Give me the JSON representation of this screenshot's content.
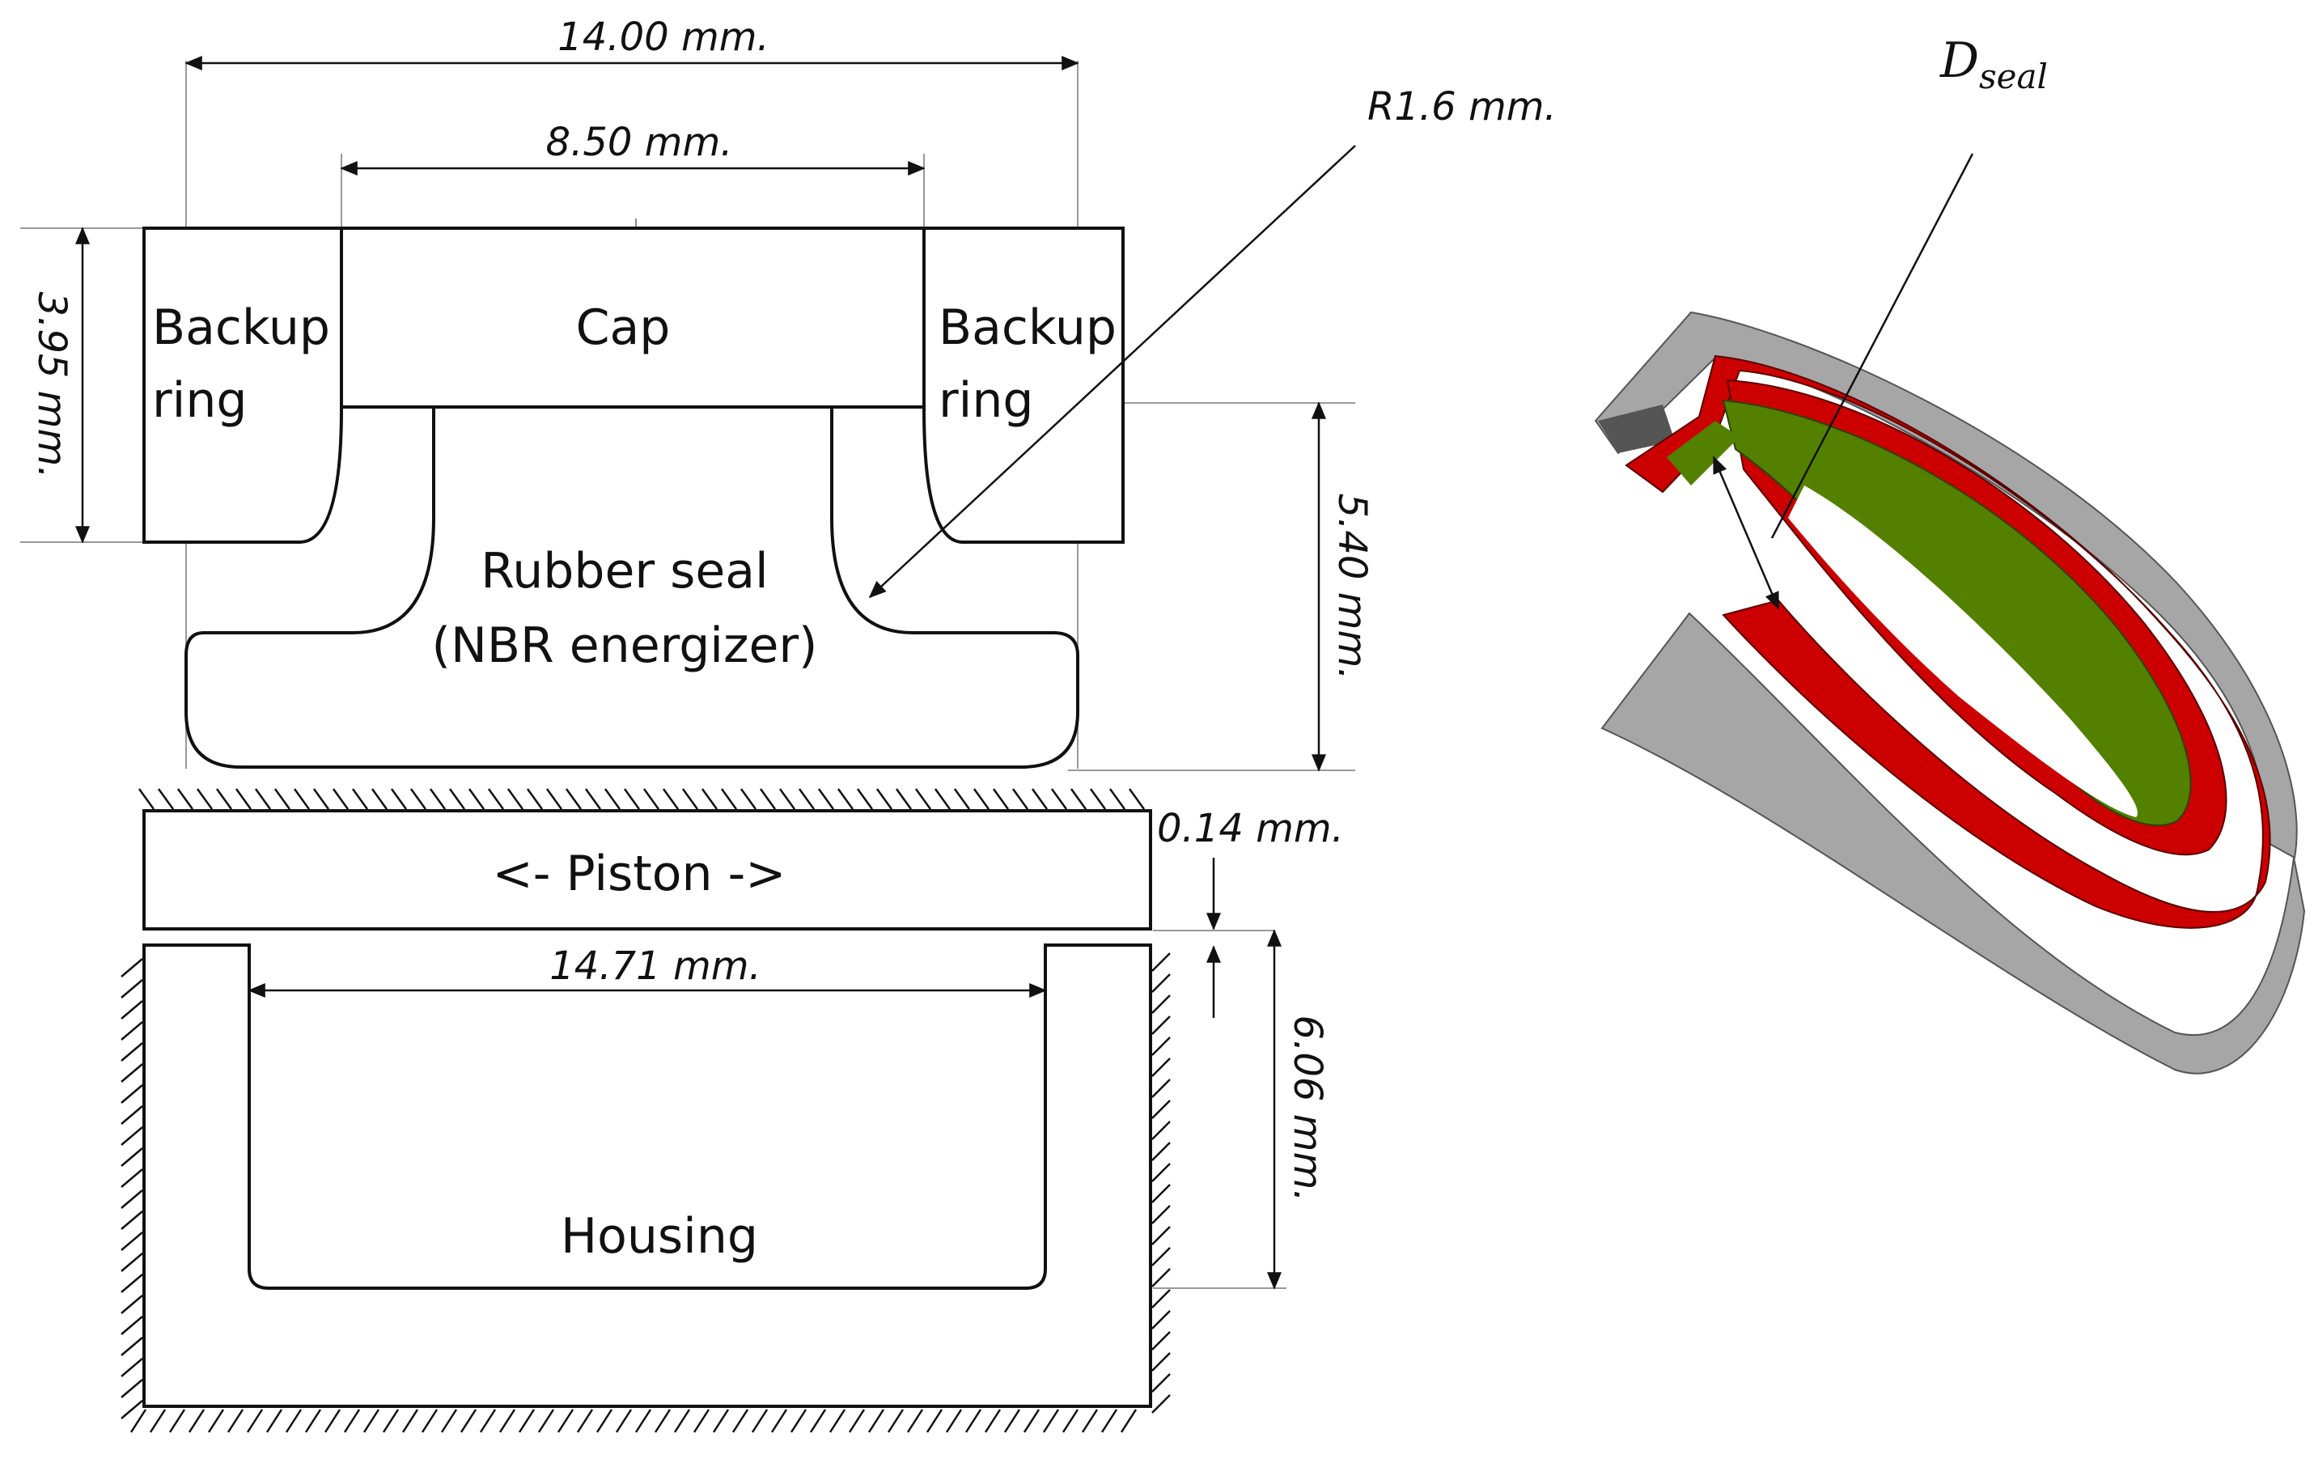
{
  "drawing": {
    "dimensions": {
      "overall_width": "14.00 mm.",
      "cap_width": "8.50 mm.",
      "radius": "R1.6 mm.",
      "backup_height": "3.95 mm.",
      "seal_height": "5.40 mm.",
      "gap": "0.14 mm.",
      "groove_width": "14.71 mm.",
      "groove_depth": "6.06 mm."
    },
    "labels": {
      "backup_left_1": "Backup",
      "backup_left_2": "ring",
      "cap": "Cap",
      "backup_right_1": "Backup",
      "backup_right_2": "ring",
      "rubber_1": "Rubber seal",
      "rubber_2": "(NBR energizer)",
      "piston": "<- Piston ->",
      "housing": "Housing"
    }
  },
  "view3d": {
    "symbol_main": "D",
    "symbol_sub": "seal",
    "colors": {
      "housing": "#a6a6a6",
      "cap": "#cc0000",
      "energizer": "#548000"
    }
  }
}
